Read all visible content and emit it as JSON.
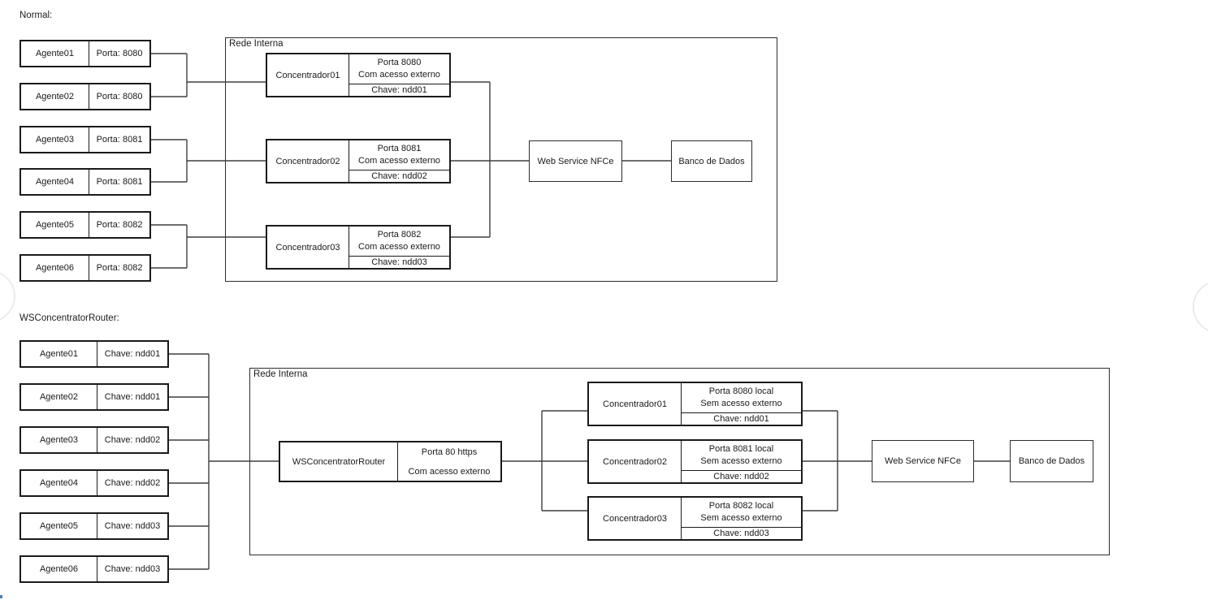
{
  "colors": {
    "connector_line": "#3f3f3f",
    "node_border": "#1a1a1a",
    "artifact_circle": "#ebebeb",
    "artifact_corner": "#4a7ebb"
  },
  "diagrams": {
    "normal": {
      "title": "Normal:",
      "network_label": "Rede Interna",
      "agents": [
        {
          "name": "Agente01",
          "detail": "Porta: 8080"
        },
        {
          "name": "Agente02",
          "detail": "Porta: 8080"
        },
        {
          "name": "Agente03",
          "detail": "Porta: 8081"
        },
        {
          "name": "Agente04",
          "detail": "Porta: 8081"
        },
        {
          "name": "Agente05",
          "detail": "Porta: 8082"
        },
        {
          "name": "Agente06",
          "detail": "Porta: 8082"
        }
      ],
      "concentrators": [
        {
          "name": "Concentrador01",
          "port": "Porta 8080",
          "access": "Com acesso externo",
          "key": "Chave: ndd01"
        },
        {
          "name": "Concentrador02",
          "port": "Porta 8081",
          "access": "Com acesso externo",
          "key": "Chave: ndd02"
        },
        {
          "name": "Concentrador03",
          "port": "Porta 8082",
          "access": "Com acesso externo",
          "key": "Chave: ndd03"
        }
      ],
      "webservice": "Web Service NFCe",
      "database": "Banco de Dados"
    },
    "router": {
      "title": "WSConcentratorRouter:",
      "network_label": "Rede Interna",
      "agents": [
        {
          "name": "Agente01",
          "detail": "Chave: ndd01"
        },
        {
          "name": "Agente02",
          "detail": "Chave: ndd01"
        },
        {
          "name": "Agente03",
          "detail": "Chave: ndd02"
        },
        {
          "name": "Agente04",
          "detail": "Chave: ndd02"
        },
        {
          "name": "Agente05",
          "detail": "Chave: ndd03"
        },
        {
          "name": "Agente06",
          "detail": "Chave: ndd03"
        }
      ],
      "router_node": {
        "name": "WSConcentratorRouter",
        "port": "Porta 80 https",
        "access": "Com acesso externo"
      },
      "concentrators": [
        {
          "name": "Concentrador01",
          "port": "Porta 8080 local",
          "access": "Sem acesso externo",
          "key": "Chave: ndd01"
        },
        {
          "name": "Concentrador02",
          "port": "Porta 8081 local",
          "access": "Sem acesso externo",
          "key": "Chave: ndd02"
        },
        {
          "name": "Concentrador03",
          "port": "Porta 8082 local",
          "access": "Sem acesso externo",
          "key": "Chave: ndd03"
        }
      ],
      "webservice": "Web Service NFCe",
      "database": "Banco de Dados"
    }
  }
}
